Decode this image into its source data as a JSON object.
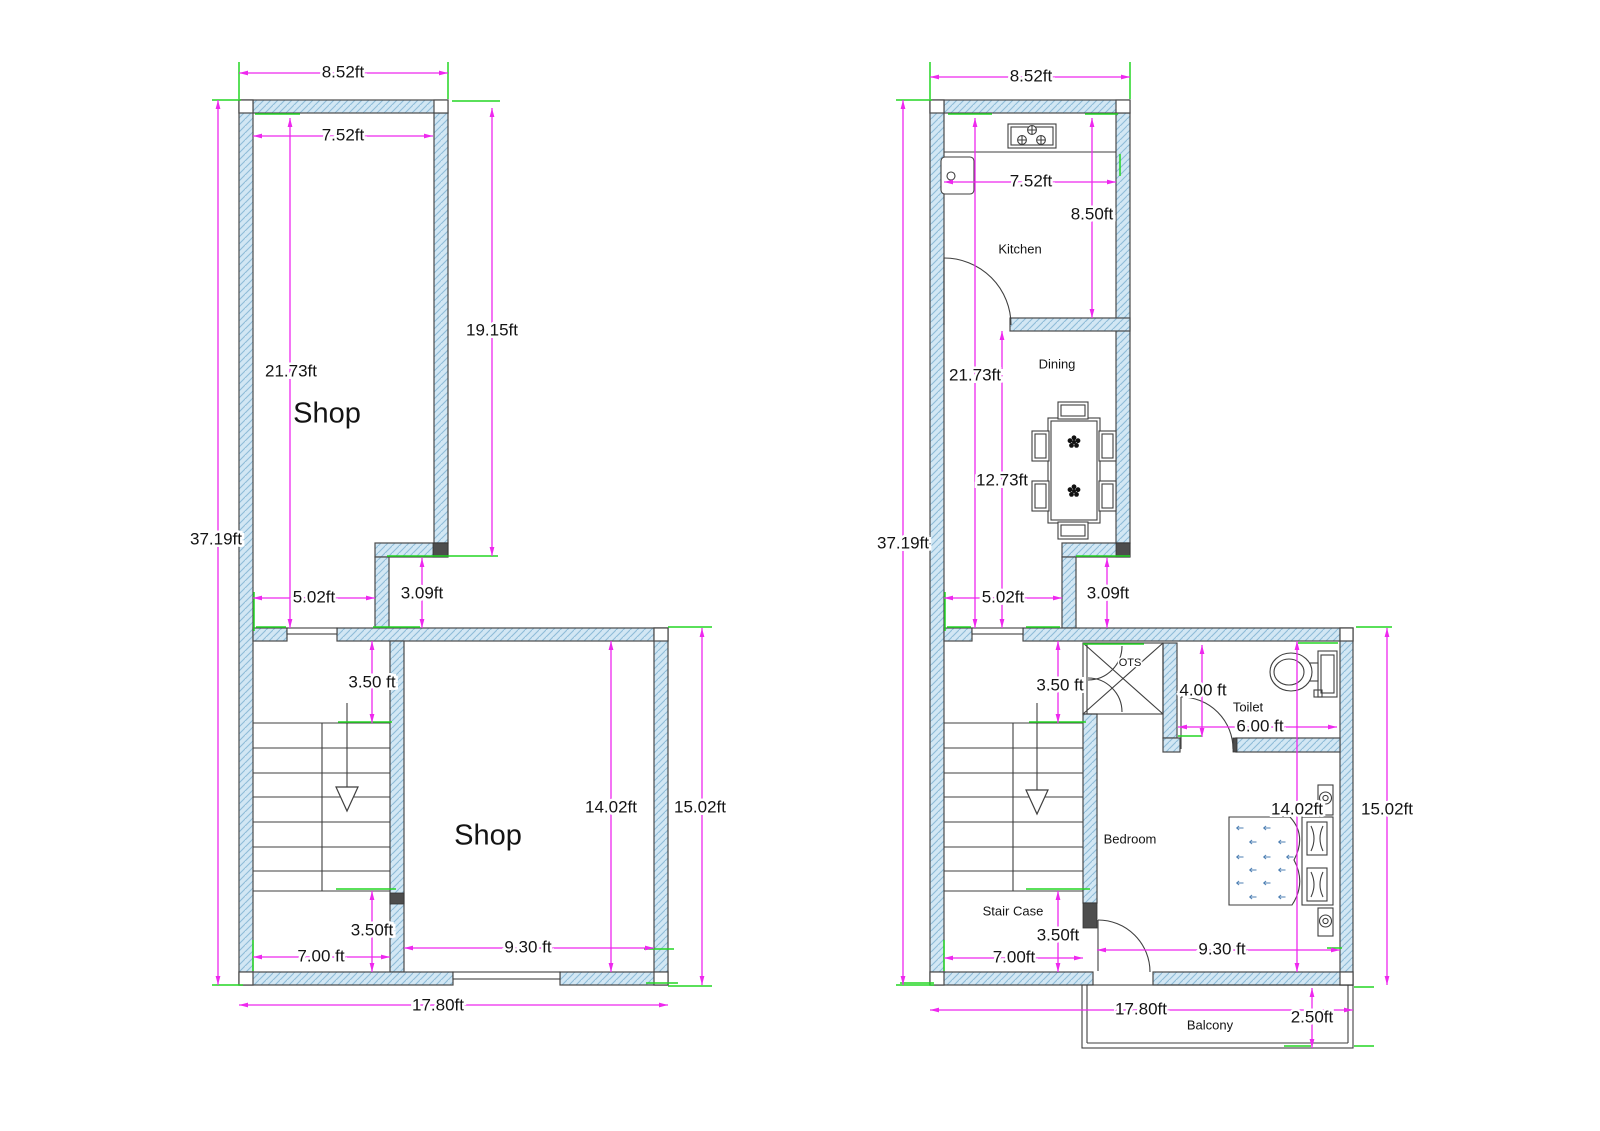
{
  "drawing": {
    "type": "floor-plan",
    "colors": {
      "wall_fill": "#d2e7f4",
      "wall_hatch": "#8fbcd8",
      "wall_edge": "#4a4a4a",
      "dimension_line": "#ee28ee",
      "extension_line": "#23d523",
      "text": "#141414",
      "bed_pattern_arrow": "#4d7fb3"
    }
  },
  "left_plan": {
    "room_labels": {
      "shop_upper": "Shop",
      "shop_lower": "Shop"
    },
    "dims": {
      "top_width": "8.52ft",
      "top_inner_width": "7.52ft",
      "upper_right_height": "19.15ft",
      "upper_inner_height": "21.73ft",
      "overall_height": "37.19ft",
      "step_inner_width": "5.02ft",
      "step_height": "3.09ft",
      "stair_upper_gap": "3.50 ft",
      "stair_lower_gap": "3.50ft",
      "stair_width": "7.00 ft",
      "shop_inner_width": "9.30 ft",
      "shop_inner_height": "14.02ft",
      "lower_block_height": "15.02ft",
      "overall_width": "17.80ft"
    }
  },
  "right_plan": {
    "room_labels": {
      "kitchen": "Kitchen",
      "dining": "Dining",
      "ots": "OTS",
      "toilet": "Toilet",
      "bedroom": "Bedroom",
      "stair_case": "Stair Case",
      "balcony": "Balcony"
    },
    "dims": {
      "top_width": "8.52ft",
      "top_inner_width": "7.52ft",
      "kitchen_height": "8.50ft",
      "upper_inner_height": "21.73ft",
      "dining_height": "12.73ft",
      "overall_height": "37.19ft",
      "step_inner_width": "5.02ft",
      "step_height": "3.09ft",
      "stair_upper_gap": "3.50 ft",
      "ots_height": "4.00 ft",
      "toilet_width": "6.00 ft",
      "bedroom_height": "14.02ft",
      "lower_block_height": "15.02ft",
      "stair_lower_gap": "3.50ft",
      "stair_width": "7.00ft",
      "bedroom_width": "9.30 ft",
      "overall_width": "17.80ft",
      "balcony_depth": "2.50ft"
    }
  }
}
